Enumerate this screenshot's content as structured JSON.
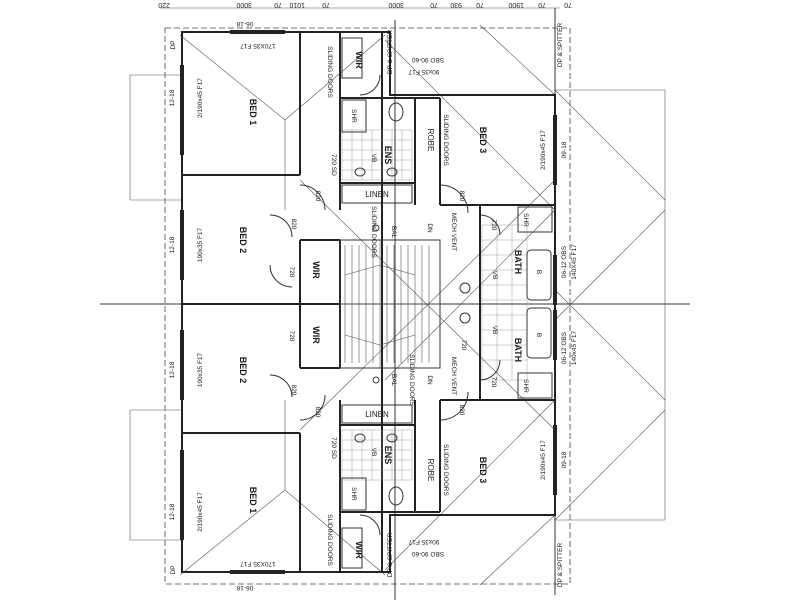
{
  "top_dims": {
    "d220": "220",
    "d3000a": "3000",
    "d70a": "70",
    "d1010": "1010",
    "d70b": "70",
    "d3000b": "3000",
    "d70c": "70",
    "d930": "930",
    "d70d": "70",
    "d1900": "1900",
    "d70e": "70",
    "d70f": "70"
  },
  "downpipes": {
    "dp": "DP",
    "dp_spitter": "DP & SPITTER"
  },
  "lintels": {
    "l0618": "06-18",
    "l170x35": "170X35 F17",
    "l2_190x45": "2/190x45 F17",
    "l190x35": "190x35 F17",
    "l1218": "12-18",
    "l0918": "09-18",
    "l0612obs": "06-12 OBS",
    "l140x45": "140X45 F17",
    "l140x45b": "140x45 F17",
    "l90x35": "90x35 F17",
    "lsgb": "SBO 90-60"
  },
  "rooms": {
    "bed1": "BED 1",
    "bed2": "BED 2",
    "bed3": "BED 3",
    "ens": "ENS",
    "bath": "BATH",
    "wir": "WIR",
    "linen": "LINEN",
    "robe": "ROBE",
    "shr": "SHR",
    "vb": "VB",
    "b": "B",
    "mech_vent": "MECH VENT",
    "bal": "BAL",
    "dn": "DN"
  },
  "notes": {
    "sliding_doors": "SLIDING DOORS",
    "d720": "720",
    "d820": "820",
    "d720sd": "720 SD"
  }
}
